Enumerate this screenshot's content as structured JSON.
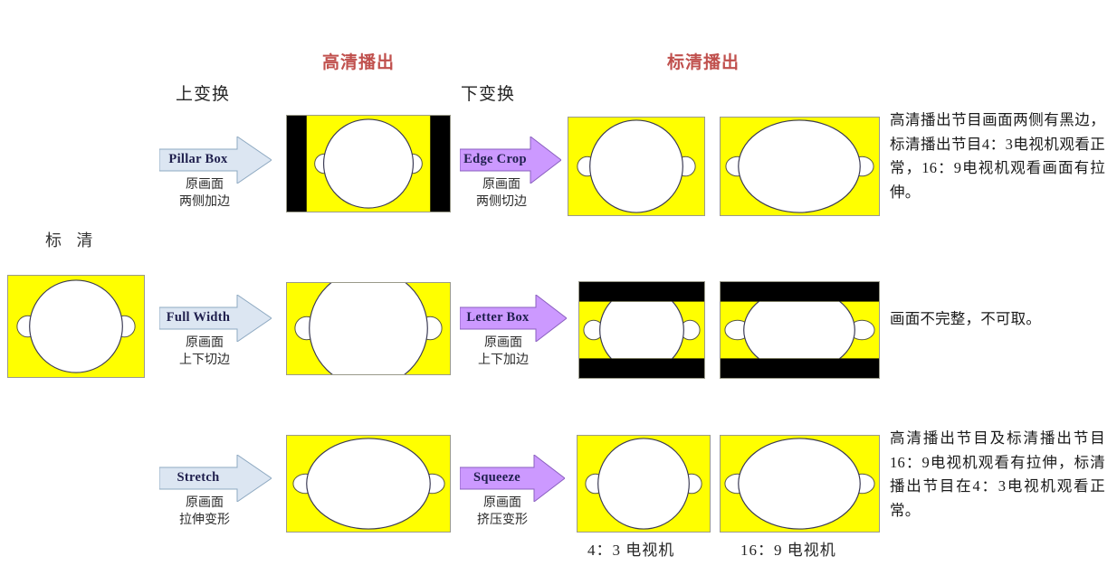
{
  "headers": {
    "hd_broadcast": "高清播出",
    "sd_broadcast": "标清播出",
    "up_convert": "上变换",
    "down_convert": "下变换",
    "source_label": "标 清"
  },
  "rows": [
    {
      "id": "row-pillarbox",
      "left_arrow": {
        "title": "Pillar Box",
        "sub_line1": "原画面",
        "sub_line2": "两侧加边",
        "color": "#dce6f2"
      },
      "right_arrow": {
        "title": "Edge Crop",
        "sub_line1": "原画面",
        "sub_line2": "两侧切边",
        "color": "#cc99ff"
      },
      "note": "高清播出节目画面两侧有黑边，标清播出节目4：3电视机观看正常，16：9电视机观看画面有拉伸。"
    },
    {
      "id": "row-fullwidth",
      "left_arrow": {
        "title": "Full Width",
        "sub_line1": "原画面",
        "sub_line2": "上下切边",
        "color": "#dce6f2"
      },
      "right_arrow": {
        "title": "Letter Box",
        "sub_line1": "原画面",
        "sub_line2": "上下加边",
        "color": "#cc99ff"
      },
      "note": "画面不完整，不可取。"
    },
    {
      "id": "row-stretch",
      "left_arrow": {
        "title": "Stretch",
        "sub_line1": "原画面",
        "sub_line2": "拉伸变形",
        "color": "#dce6f2"
      },
      "right_arrow": {
        "title": "Squeeze",
        "sub_line1": "原画面",
        "sub_line2": "挤压变形",
        "color": "#cc99ff"
      },
      "note": "高清播出节目及标清播出节目16：9电视机观看有拉伸，标清播出节目在4：3电视机观看正常。"
    }
  ],
  "footer": {
    "tv_43": "4：3 电视机",
    "tv_169": "16：9 电视机"
  },
  "colors": {
    "content_yellow": "#ffff00",
    "bar_black": "#000000",
    "circle_white": "#ffffff",
    "arrow_blue": "#dce6f2",
    "arrow_purple": "#cc99ff",
    "header_red": "#c0504d"
  }
}
